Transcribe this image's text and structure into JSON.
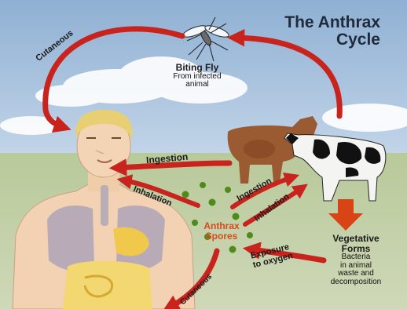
{
  "title": {
    "line1": "The Anthrax",
    "line2": "Cycle"
  },
  "fly": {
    "label": "Biting Fly",
    "sub1": "From infected",
    "sub2": "animal"
  },
  "arrows": {
    "cutaneous_top": "Cutaneous",
    "ingestion_human": "Ingestion",
    "inhalation_human": "Inhalation",
    "ingestion_animal": "Ingestion",
    "inhalation_animal": "Inhalation",
    "exposure1": "Exposure",
    "exposure2": "to oxygen",
    "cutaneous_bottom": "Cutaneous"
  },
  "spores": {
    "line1": "Anthrax",
    "line2": "Spores"
  },
  "vegetative": {
    "title1": "Vegetative",
    "title2": "Forms",
    "desc1": "Bacteria",
    "desc2": "in animal",
    "desc3": "waste and",
    "desc4": "decomposition"
  },
  "colors": {
    "arrow_red": "#c8231d",
    "spore_green": "#4f8a1c",
    "spore_text": "#d84a1c",
    "sky": "#a9c3dd",
    "grass": "#a8bd86"
  }
}
